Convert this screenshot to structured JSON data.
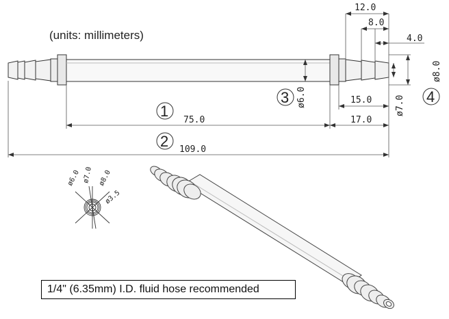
{
  "units_label": "(units: millimeters)",
  "note": "1/4\" (6.35mm) I.D. fluid hose recommended",
  "dimensions": {
    "d12": "12.0",
    "d8": "8.0",
    "d4": "4.0",
    "d15": "15.0",
    "d17": "17.0",
    "d75": "75.0",
    "d109": "109.0",
    "dia6": "ø6.0",
    "dia7": "ø7.0",
    "dia8": "ø8.0"
  },
  "callouts": [
    "1",
    "2",
    "3",
    "4"
  ],
  "section_labels": {
    "dia6": "ø6.0",
    "dia7": "ø7.0",
    "dia8": "ø8.0",
    "dia35": "ø3.5"
  }
}
